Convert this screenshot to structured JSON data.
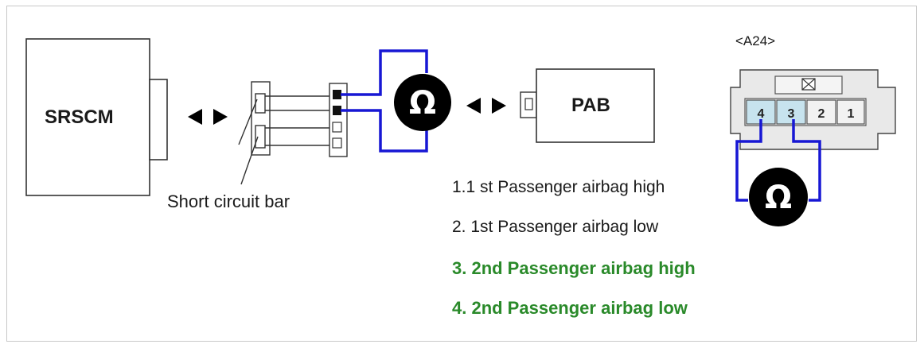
{
  "connector_id": "<A24>",
  "modules": {
    "left": "SRSCM",
    "right": "PAB"
  },
  "short_bar_label": "Short circuit bar",
  "ohm_symbol": "Ω",
  "pins": [
    "4",
    "3",
    "2",
    "1"
  ],
  "legend": [
    {
      "text": "1.1 st Passenger airbag high",
      "highlight": false
    },
    {
      "text": "2. 1st Passenger airbag low",
      "highlight": false
    },
    {
      "text": "3. 2nd Passenger airbag high",
      "highlight": true
    },
    {
      "text": "4. 2nd Passenger airbag low",
      "highlight": true
    }
  ],
  "colors": {
    "wire": "#1717d4",
    "highlight": "#2a8a2a",
    "pin_fill": "#c7e3ee",
    "connector_fill": "#e9e9e9"
  }
}
